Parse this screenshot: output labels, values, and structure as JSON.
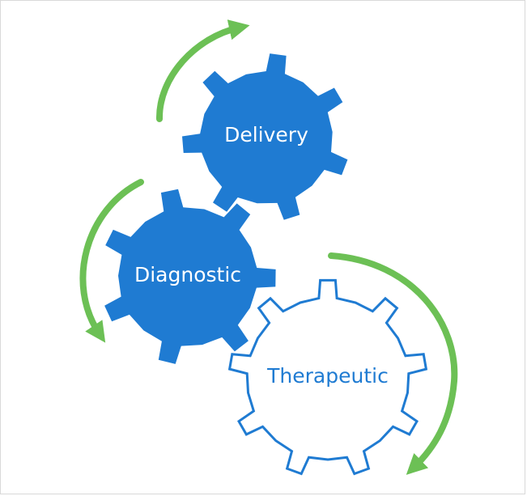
{
  "gears": [
    {
      "label": "Delivery",
      "style": "filled"
    },
    {
      "label": "Diagnostic",
      "style": "filled"
    },
    {
      "label": "Therapeutic",
      "style": "outline"
    }
  ],
  "colors": {
    "gear_blue": "#1f7bd2",
    "outline_blue": "#1f7bd2",
    "arrow_green": "#6cc055",
    "filled_text": "#ffffff",
    "outline_text": "#1f7bd2"
  },
  "arrows": [
    {
      "name": "delivery-cycle-arrow",
      "direction": "clockwise"
    },
    {
      "name": "diagnostic-cycle-arrow",
      "direction": "counterclockwise"
    },
    {
      "name": "therapeutic-cycle-arrow",
      "direction": "clockwise"
    }
  ]
}
